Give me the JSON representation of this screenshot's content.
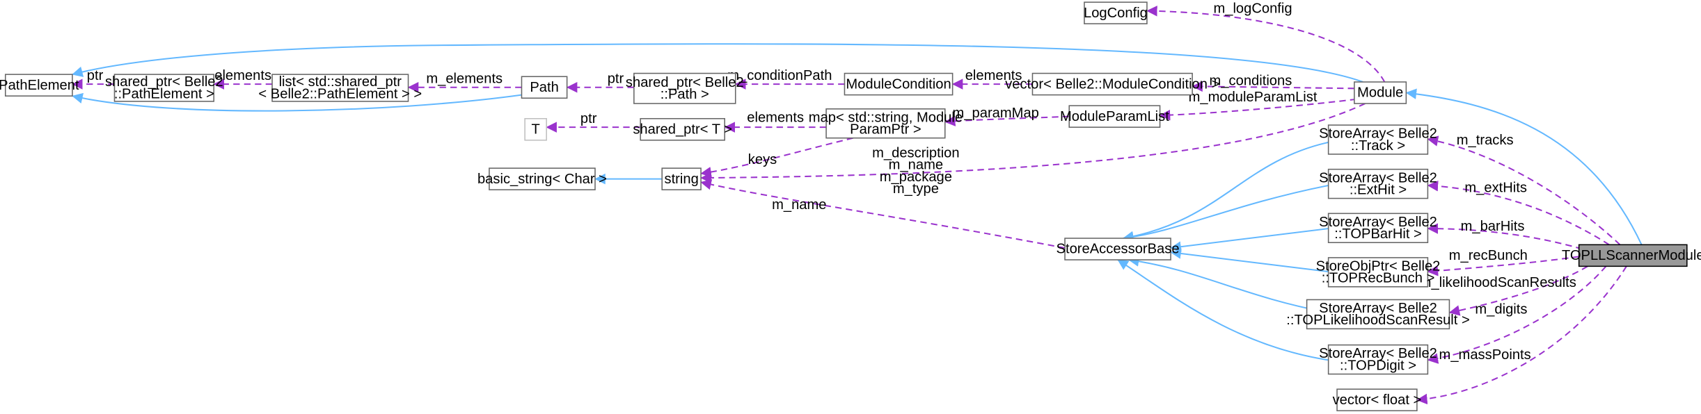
{
  "nodes": [
    {
      "id": "pathelement",
      "lines": [
        "PathElement"
      ]
    },
    {
      "id": "sharedptr-pathelement",
      "lines": [
        "shared_ptr< Belle2",
        "::PathElement >"
      ]
    },
    {
      "id": "list-sharedptr",
      "lines": [
        "list< std::shared_ptr",
        "< Belle2::PathElement > >"
      ]
    },
    {
      "id": "path",
      "lines": [
        "Path"
      ]
    },
    {
      "id": "sharedptr-path",
      "lines": [
        "shared_ptr< Belle2",
        "::Path >"
      ]
    },
    {
      "id": "modulecondition",
      "lines": [
        "ModuleCondition"
      ]
    },
    {
      "id": "vector-modulecondition",
      "lines": [
        "vector< Belle2::ModuleCondition >"
      ]
    },
    {
      "id": "logconfig",
      "lines": [
        "LogConfig"
      ]
    },
    {
      "id": "module",
      "lines": [
        "Module"
      ]
    },
    {
      "id": "t",
      "lines": [
        "T"
      ]
    },
    {
      "id": "sharedptr-t",
      "lines": [
        "shared_ptr< T >"
      ]
    },
    {
      "id": "map-string",
      "lines": [
        "map< std::string, Module",
        "ParamPtr >"
      ]
    },
    {
      "id": "moduleparamlist",
      "lines": [
        "ModuleParamList"
      ]
    },
    {
      "id": "basicstring",
      "lines": [
        "basic_string< Char >"
      ]
    },
    {
      "id": "string",
      "lines": [
        "string"
      ]
    },
    {
      "id": "storeaccessorbase",
      "lines": [
        "StoreAccessorBase"
      ]
    },
    {
      "id": "storearray-track",
      "lines": [
        "StoreArray< Belle2",
        "::Track >"
      ]
    },
    {
      "id": "storearray-exthit",
      "lines": [
        "StoreArray< Belle2",
        "::ExtHit >"
      ]
    },
    {
      "id": "storearray-topbarhit",
      "lines": [
        "StoreArray< Belle2",
        "::TOPBarHit >"
      ]
    },
    {
      "id": "storeobjptr-toprecbunch",
      "lines": [
        "StoreObjPtr< Belle2",
        "::TOPRecBunch >"
      ]
    },
    {
      "id": "storearray-toplikelihoodscanresult",
      "lines": [
        "StoreArray< Belle2",
        "::TOPLikelihoodScanResult >"
      ]
    },
    {
      "id": "storearray-topdigit",
      "lines": [
        "StoreArray< Belle2",
        "::TOPDigit >"
      ]
    },
    {
      "id": "vector-float",
      "lines": [
        "vector< float >"
      ]
    },
    {
      "id": "topllscannermodule",
      "lines": [
        "TOPLLScannerModule"
      ]
    }
  ],
  "edges": [
    {
      "id": "e-sp-pe",
      "kind": "usage",
      "label": [
        "ptr"
      ]
    },
    {
      "id": "e-list-sp",
      "kind": "usage",
      "label": [
        "elements"
      ]
    },
    {
      "id": "e-path-list",
      "kind": "usage",
      "label": [
        "m_elements"
      ]
    },
    {
      "id": "e-path-pe",
      "kind": "inherit",
      "label": []
    },
    {
      "id": "e-module-pe",
      "kind": "inherit",
      "label": []
    },
    {
      "id": "e-spp-path",
      "kind": "usage",
      "label": [
        "ptr"
      ]
    },
    {
      "id": "e-mc-spp",
      "kind": "usage",
      "label": [
        "m_conditionPath"
      ]
    },
    {
      "id": "e-vmc-mc",
      "kind": "usage",
      "label": [
        "elements"
      ]
    },
    {
      "id": "e-module-vmc",
      "kind": "usage",
      "label": [
        "m_conditions"
      ]
    },
    {
      "id": "e-module-log",
      "kind": "usage",
      "label": [
        "m_logConfig"
      ]
    },
    {
      "id": "e-module-mpl",
      "kind": "usage",
      "label": [
        "m_moduleParamList"
      ]
    },
    {
      "id": "e-mpl-map",
      "kind": "usage",
      "label": [
        "m_paramMap"
      ]
    },
    {
      "id": "e-map-spt",
      "kind": "usage",
      "label": [
        "elements"
      ]
    },
    {
      "id": "e-spt-t",
      "kind": "usage",
      "label": [
        "ptr"
      ]
    },
    {
      "id": "e-map-string",
      "kind": "usage",
      "label": [
        "keys"
      ]
    },
    {
      "id": "e-module-string",
      "kind": "usage",
      "label": [
        "m_description",
        "m_name",
        "m_package",
        "m_type"
      ]
    },
    {
      "id": "e-string-basic",
      "kind": "inherit",
      "label": []
    },
    {
      "id": "e-sab-string",
      "kind": "usage",
      "label": [
        "m_name"
      ]
    },
    {
      "id": "e-track-sab",
      "kind": "inherit",
      "label": []
    },
    {
      "id": "e-exthit-sab",
      "kind": "inherit",
      "label": []
    },
    {
      "id": "e-barhit-sab",
      "kind": "inherit",
      "label": []
    },
    {
      "id": "e-recbunch-sab",
      "kind": "inherit",
      "label": []
    },
    {
      "id": "e-llscan-sab",
      "kind": "inherit",
      "label": []
    },
    {
      "id": "e-digit-sab",
      "kind": "inherit",
      "label": []
    },
    {
      "id": "e-top-module",
      "kind": "inherit",
      "label": []
    },
    {
      "id": "e-top-track",
      "kind": "usage",
      "label": [
        "m_tracks"
      ]
    },
    {
      "id": "e-top-exthit",
      "kind": "usage",
      "label": [
        "m_extHits"
      ]
    },
    {
      "id": "e-top-barhit",
      "kind": "usage",
      "label": [
        "m_barHits"
      ]
    },
    {
      "id": "e-top-recbunch",
      "kind": "usage",
      "label": [
        "m_recBunch"
      ]
    },
    {
      "id": "e-top-llscan",
      "kind": "usage",
      "label": [
        "m_likelihoodScanResults"
      ]
    },
    {
      "id": "e-top-digit",
      "kind": "usage",
      "label": [
        "m_digits"
      ]
    },
    {
      "id": "e-top-vfloat",
      "kind": "usage",
      "label": [
        "m_massPoints"
      ]
    }
  ],
  "colors": {
    "inheritance": "#63b8ff",
    "usage": "#9a32cd",
    "focus_fill": "#999999",
    "node_border": "#666666"
  }
}
